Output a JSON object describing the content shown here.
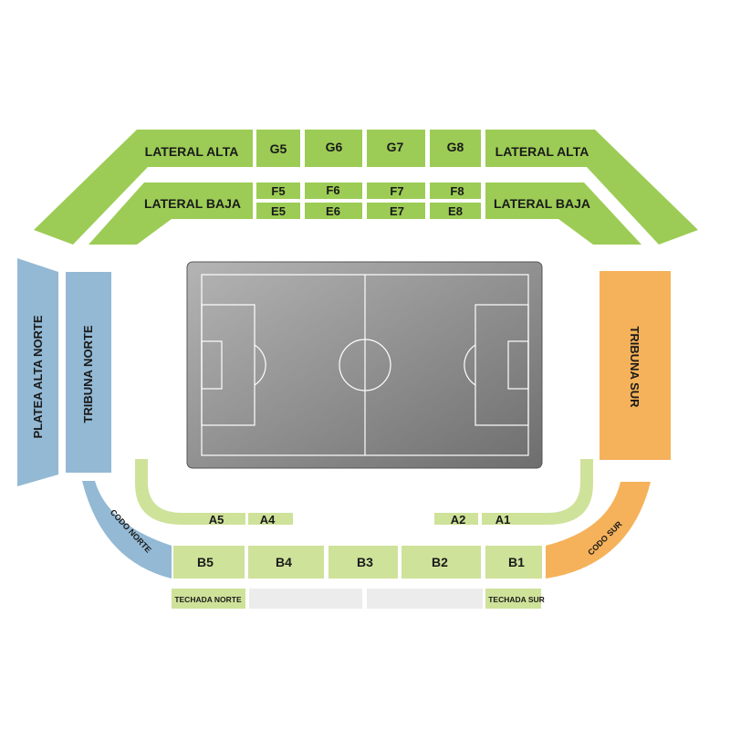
{
  "colors": {
    "green": "#9ccc55",
    "light_green": "#cfe29a",
    "blue": "#93b9d4",
    "orange": "#f5b25a",
    "pitch_dark": "#7a7a7a",
    "pitch_light": "#a8a8a8",
    "grey_block": "#ececec"
  },
  "sections": {
    "lateral_alta_left": "LATERAL ALTA",
    "lateral_alta_right": "LATERAL ALTA",
    "lateral_baja_left": "LATERAL BAJA",
    "lateral_baja_right": "LATERAL BAJA",
    "g5": "G5",
    "g6": "G6",
    "g7": "G7",
    "g8": "G8",
    "f5": "F5",
    "f6": "F6",
    "f7": "F7",
    "f8": "F8",
    "e5": "E5",
    "e6": "E6",
    "e7": "E7",
    "e8": "E8",
    "platea_alta_norte": "PLATEA ALTA NORTE",
    "tribuna_norte": "TRIBUNA NORTE",
    "tribuna_sur": "TRIBUNA SUR",
    "codo_norte": "CODO NORTE",
    "codo_sur": "CODO SUR",
    "a5": "A5",
    "a4": "A4",
    "a2": "A2",
    "a1": "A1",
    "b5": "B5",
    "b4": "B4",
    "b3": "B3",
    "b2": "B2",
    "b1": "B1",
    "techada_norte": "TECHADA NORTE",
    "techada_sur": "TECHADA SUR"
  }
}
